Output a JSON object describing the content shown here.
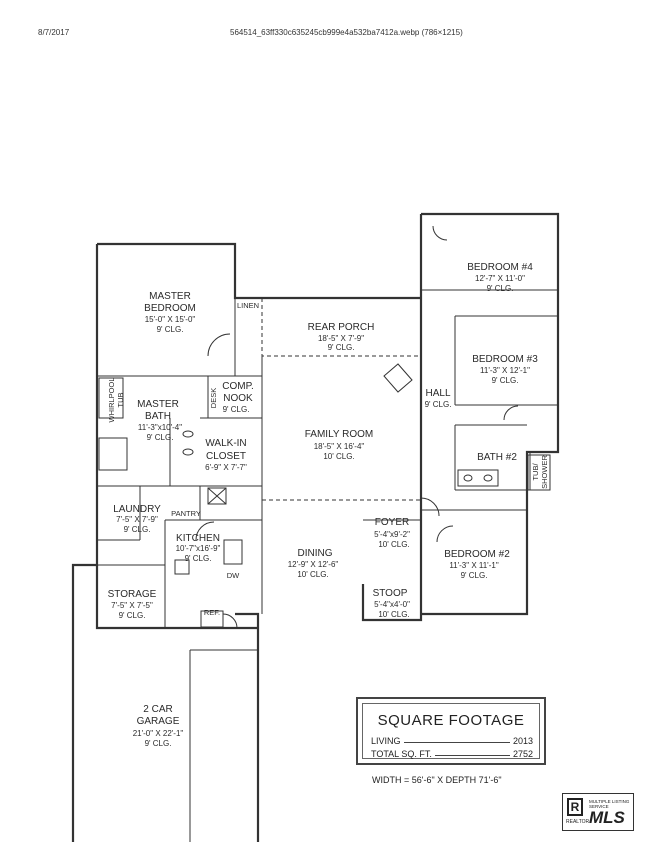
{
  "header": {
    "date": "8/7/2017",
    "filename": "564514_63ff330c635245cb999e4a532ba7412a.webp (786×1215)"
  },
  "rooms": {
    "master_bedroom": {
      "name": "MASTER",
      "name2": "BEDROOM",
      "dim": "15'-0\" X 15'-0\"",
      "clg": "9' CLG."
    },
    "linen": {
      "name": "LINEN"
    },
    "rear_porch": {
      "name": "REAR PORCH",
      "dim": "18'-5\" X 7'-9\"",
      "clg": "9' CLG."
    },
    "bedroom4": {
      "name": "BEDROOM #4",
      "dim": "12'-7\" X 11'-0\"",
      "clg": "9' CLG."
    },
    "bedroom3": {
      "name": "BEDROOM #3",
      "dim": "11'-3\" X 12'-1\"",
      "clg": "9' CLG."
    },
    "whirlpool": {
      "name": "WHIRLPOOL",
      "name2": "TUB"
    },
    "master_bath": {
      "name": "MASTER",
      "name2": "BATH",
      "dim": "11'-3\"x10'-4\"",
      "clg": "9' CLG."
    },
    "desk": {
      "name": "DESK"
    },
    "comp_nook": {
      "name": "COMP.",
      "name2": "NOOK",
      "clg": "9' CLG."
    },
    "hall": {
      "name": "HALL",
      "clg": "9' CLG."
    },
    "family_room": {
      "name": "FAMILY ROOM",
      "dim": "18'-5\" X 16'-4\"",
      "clg": "10' CLG."
    },
    "walk_in_closet": {
      "name": "WALK-IN",
      "name2": "CLOSET",
      "dim": "6'-9\" X 7'-7\""
    },
    "bath2": {
      "name": "BATH #2"
    },
    "tub_shower": {
      "name": "TUB/",
      "name2": "SHOWER"
    },
    "laundry": {
      "name": "LAUNDRY",
      "dim": "7'-5\" X 7'-9\"",
      "clg": "9' CLG."
    },
    "pantry": {
      "name": "PANTRY"
    },
    "kitchen": {
      "name": "KITCHEN",
      "dim": "10'-7\"x16'-9\"",
      "clg": "9' CLG."
    },
    "dw": {
      "name": "DW"
    },
    "ref": {
      "name": "REF."
    },
    "foyer": {
      "name": "FOYER",
      "dim": "5'-4\"x9'-2\"",
      "clg": "10' CLG."
    },
    "dining": {
      "name": "DINING",
      "dim": "12'-9\" X 12'-6\"",
      "clg": "10' CLG."
    },
    "bedroom2": {
      "name": "BEDROOM #2",
      "dim": "11'-3\" X 11'-1\"",
      "clg": "9' CLG."
    },
    "storage": {
      "name": "STORAGE",
      "dim": "7'-5\" X 7'-5\"",
      "clg": "9' CLG."
    },
    "stoop": {
      "name": "STOOP",
      "dim": "5'-4\"x4'-0\"",
      "clg": "10' CLG."
    },
    "garage": {
      "name": "2 CAR",
      "name2": "GARAGE",
      "dim": "21'-0\" X 22'-1\"",
      "clg": "9' CLG."
    }
  },
  "square_footage": {
    "title": "SQUARE FOOTAGE",
    "living_label": "LIVING",
    "living_value": "2013",
    "total_label": "TOTAL SQ. FT.",
    "total_value": "2752"
  },
  "overall": "WIDTH = 56'-6\" X DEPTH 71'-6\"",
  "logos": {
    "realtor_letter": "R",
    "realtor_text": "REALTOR",
    "mls_text": "MLS",
    "mls_top": "MULTIPLE LISTING SERVICE"
  }
}
